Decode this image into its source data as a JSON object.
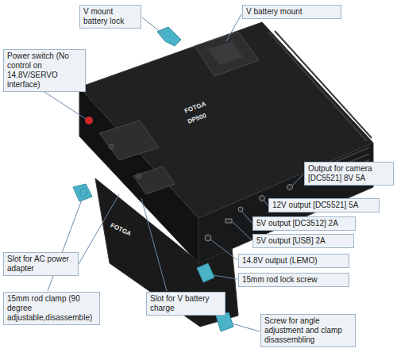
{
  "diagram": {
    "nodes": [
      {
        "text": [
          "V mount battery lock"
        ]
      },
      {
        "text": [
          "V battery mount"
        ]
      },
      {
        "text": [
          "Power switch (No control on 14.8V/SERVO interface)"
        ]
      },
      {
        "text": [
          "Output for camera [DC5521] 8V 5A"
        ]
      },
      {
        "text": [
          "12V output [DC5521] 5A"
        ]
      },
      {
        "text": [
          "5V output [DC3512] 2A"
        ]
      },
      {
        "text": [
          "5V output [USB] 2A"
        ]
      },
      {
        "text": [
          "Slot for AC power adapter"
        ]
      },
      {
        "text": [
          "14.8V output (LEMO)"
        ]
      },
      {
        "text": [
          "15mm rod lock screw"
        ]
      },
      {
        "text": [
          "15mm rod clamp (90 degree adjustable,disassemble)"
        ]
      },
      {
        "text": [
          "Slot for V battery charge"
        ]
      },
      {
        "text": [
          "Screw for angle adjustment and clamp disassembling"
        ]
      }
    ],
    "labels": [
      "FOTGA",
      "DP500",
      "FOTGA"
    ]
  }
}
